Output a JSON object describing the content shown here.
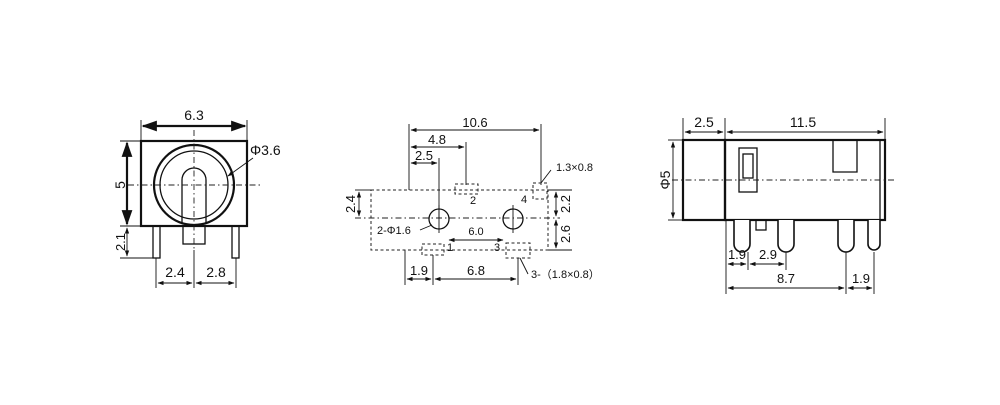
{
  "colors": {
    "ink": "#111111",
    "background": "#ffffff"
  },
  "front_view": {
    "width": "6.3",
    "height": "5",
    "hole_diameter": "Φ3.6",
    "pin_length": "2.1",
    "pin_left_offset": "2.4",
    "pin_right_offset": "2.8"
  },
  "footprint_view": {
    "overall_length": "10.6",
    "offset_48": "4.8",
    "offset_25": "2.5",
    "pad_small": "1.3×0.8",
    "pin_label_1": "1",
    "pin_label_2": "2",
    "pin_label_3": "3",
    "pin_label_4": "4",
    "left_height": "2.4",
    "right_top": "2.2",
    "right_bottom": "2.6",
    "holes": "2-Φ1.6",
    "hole_spacing": "6.0",
    "bottom_left": "1.9",
    "bottom_span": "6.8",
    "pads_large": "3-（1.8×0.8）"
  },
  "side_view": {
    "flange": "2.5",
    "body_length": "11.5",
    "diameter": "Φ5",
    "pin_gap_1": "1.9",
    "pin_gap_2": "2.9",
    "total_span": "8.7",
    "end_gap": "1.9"
  }
}
